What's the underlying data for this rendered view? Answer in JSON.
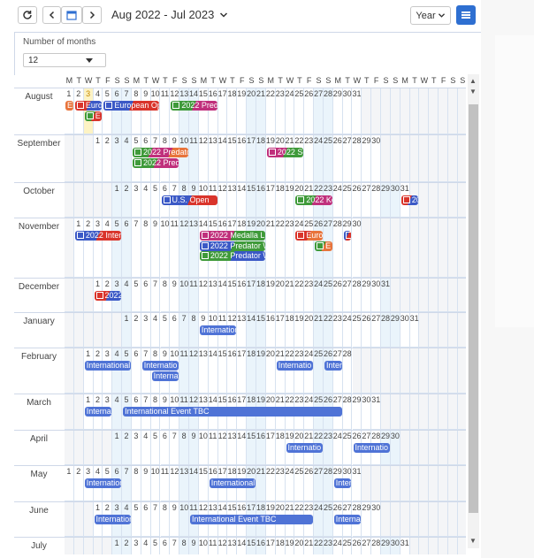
{
  "toolbar": {
    "refresh_icon": "refresh-icon",
    "prev_icon": "chevron-left-icon",
    "calendar_icon": "calendar-icon",
    "next_icon": "chevron-right-icon",
    "range": "Aug 2022 - Jul 2023",
    "view": "Year",
    "menu_icon": "menu-icon"
  },
  "options": {
    "label": "Number of months",
    "value": "12"
  },
  "weekday_header": [
    "M",
    "T",
    "W",
    "T",
    "F",
    "S",
    "S",
    "M",
    "T",
    "W",
    "T",
    "F",
    "S",
    "S",
    "M",
    "T",
    "W",
    "T",
    "F",
    "S",
    "S",
    "M",
    "T",
    "W",
    "T",
    "F",
    "S",
    "S",
    "M",
    "T",
    "W",
    "T",
    "F",
    "S",
    "S",
    "M",
    "T",
    "W",
    "T",
    "F",
    "S",
    "S",
    "M",
    "T"
  ],
  "months": [
    {
      "name": "August",
      "offset": 0,
      "days": 31,
      "height": 53,
      "events": [
        {
          "label": "EPB",
          "start": 0,
          "span": 1,
          "lane": 0,
          "colors": [
            "#e8743b"
          ],
          "box": false
        },
        {
          "label": "Euro",
          "start": 1,
          "span": 3,
          "lane": 0,
          "colors": [
            "#d9342b",
            "#3b59c6"
          ],
          "box": true
        },
        {
          "label": "E",
          "start": 2,
          "span": 2,
          "lane": 1,
          "colors": [
            "#3f9a3a",
            "#d9342b"
          ],
          "box": true
        },
        {
          "label": "European Op",
          "start": 4,
          "span": 6,
          "lane": 0,
          "colors": [
            "#3b59c6",
            "#d9342b"
          ],
          "box": true
        },
        {
          "label": "2022 Pred",
          "start": 11,
          "span": 5,
          "lane": 0,
          "colors": [
            "#3f9a3a",
            "#c0307c"
          ],
          "box": true
        }
      ]
    },
    {
      "name": "September",
      "offset": 3,
      "days": 30,
      "height": 54,
      "events": [
        {
          "label": "2022 Predato",
          "start": 4,
          "span": 6,
          "lane": 0,
          "colors": [
            "#3f9a3a",
            "#c0307c",
            "#e8743b"
          ],
          "box": true
        },
        {
          "label": "2022 Pred",
          "start": 4,
          "span": 5,
          "lane": 1,
          "colors": [
            "#3f9a3a",
            "#c0307c"
          ],
          "box": true
        },
        {
          "label": "2022 Se",
          "start": 18,
          "span": 4,
          "lane": 0,
          "colors": [
            "#c0307c",
            "#3f9a3a"
          ],
          "box": true
        }
      ]
    },
    {
      "name": "October",
      "offset": 5,
      "days": 31,
      "height": 40,
      "events": [
        {
          "label": "U.S. Open",
          "start": 5,
          "span": 6,
          "lane": 0,
          "colors": [
            "#3b59c6",
            "#d9342b"
          ],
          "box": true
        },
        {
          "label": "2022 Ko",
          "start": 19,
          "span": 4,
          "lane": 0,
          "colors": [
            "#3f9a3a",
            "#c0307c"
          ],
          "box": true
        },
        {
          "label": "20",
          "start": 30,
          "span": 2,
          "lane": 0,
          "colors": [
            "#d9342b",
            "#3b59c6"
          ],
          "box": true
        }
      ]
    },
    {
      "name": "November",
      "offset": 1,
      "days": 30,
      "height": 68,
      "events": [
        {
          "label": "2022 Inter",
          "start": 0,
          "span": 5,
          "lane": 0,
          "colors": [
            "#3b59c6",
            "#d9342b"
          ],
          "box": true
        },
        {
          "label": "2022 Medalla Li",
          "start": 13,
          "span": 7,
          "lane": 0,
          "colors": [
            "#c0307c",
            "#3f9a3a"
          ],
          "box": true
        },
        {
          "label": "2022 Predator W",
          "start": 13,
          "span": 7,
          "lane": 1,
          "colors": [
            "#3b59c6",
            "#3f9a3a"
          ],
          "box": true
        },
        {
          "label": "2022 Predator W",
          "start": 13,
          "span": 7,
          "lane": 2,
          "colors": [
            "#3f9a3a",
            "#3b59c6"
          ],
          "box": true
        },
        {
          "label": "Euro",
          "start": 23,
          "span": 3,
          "lane": 0,
          "colors": [
            "#d9342b",
            "#e8743b"
          ],
          "box": true
        },
        {
          "label": "E",
          "start": 25,
          "span": 2,
          "lane": 1,
          "colors": [
            "#3f9a3a",
            "#e8743b"
          ],
          "box": true
        },
        {
          "label": "",
          "start": 28,
          "span": 1,
          "lane": 0,
          "colors": [
            "#3b59c6",
            "#d9342b"
          ],
          "box": true
        }
      ]
    },
    {
      "name": "December",
      "offset": 3,
      "days": 31,
      "height": 39,
      "events": [
        {
          "label": "2022",
          "start": 0,
          "span": 3,
          "lane": 0,
          "colors": [
            "#d9342b",
            "#3b59c6"
          ],
          "box": true
        }
      ]
    },
    {
      "name": "January",
      "offset": 6,
      "days": 31,
      "height": 40,
      "events": [
        {
          "label": "Internation",
          "start": 8,
          "span": 4,
          "lane": 0,
          "colors": [
            "#4f73d6"
          ],
          "box": false
        }
      ]
    },
    {
      "name": "February",
      "offset": 2,
      "days": 28,
      "height": 52,
      "events": [
        {
          "label": "International",
          "start": 0,
          "span": 5,
          "lane": 0,
          "colors": [
            "#4f73d6"
          ],
          "box": false
        },
        {
          "label": "Internatio",
          "start": 6,
          "span": 4,
          "lane": 0,
          "colors": [
            "#4f73d6"
          ],
          "box": false
        },
        {
          "label": "Internati",
          "start": 7,
          "span": 3,
          "lane": 1,
          "colors": [
            "#4f73d6"
          ],
          "box": false
        },
        {
          "label": "Internatio",
          "start": 20,
          "span": 4,
          "lane": 0,
          "colors": [
            "#4f73d6"
          ],
          "box": false
        },
        {
          "label": "Inter",
          "start": 25,
          "span": 2,
          "lane": 0,
          "colors": [
            "#4f73d6"
          ],
          "box": false
        }
      ]
    },
    {
      "name": "March",
      "offset": 2,
      "days": 31,
      "height": 41,
      "events": [
        {
          "label": "Internat",
          "start": 0,
          "span": 3,
          "lane": 0,
          "colors": [
            "#4f73d6"
          ],
          "box": false
        },
        {
          "label": "International Event TBC",
          "start": 4,
          "span": 23,
          "lane": 0,
          "colors": [
            "#4f73d6"
          ],
          "box": false
        }
      ]
    },
    {
      "name": "April",
      "offset": 5,
      "days": 30,
      "height": 40,
      "events": [
        {
          "label": "Internatio",
          "start": 18,
          "span": 4,
          "lane": 0,
          "colors": [
            "#4f73d6"
          ],
          "box": false
        },
        {
          "label": "Internatio",
          "start": 25,
          "span": 4,
          "lane": 0,
          "colors": [
            "#4f73d6"
          ],
          "box": false
        }
      ]
    },
    {
      "name": "May",
      "offset": 0,
      "days": 31,
      "height": 41,
      "events": [
        {
          "label": "Internation",
          "start": 2,
          "span": 4,
          "lane": 0,
          "colors": [
            "#4f73d6"
          ],
          "box": false
        },
        {
          "label": "International",
          "start": 15,
          "span": 5,
          "lane": 0,
          "colors": [
            "#4f73d6"
          ],
          "box": false
        },
        {
          "label": "Inter",
          "start": 28,
          "span": 2,
          "lane": 0,
          "colors": [
            "#4f73d6"
          ],
          "box": false
        }
      ]
    },
    {
      "name": "June",
      "offset": 3,
      "days": 30,
      "height": 40,
      "events": [
        {
          "label": "Internation",
          "start": 0,
          "span": 4,
          "lane": 0,
          "colors": [
            "#4f73d6"
          ],
          "box": false
        },
        {
          "label": "International Event TBC",
          "start": 10,
          "span": 13,
          "lane": 0,
          "colors": [
            "#4f73d6"
          ],
          "box": false
        },
        {
          "label": "Internat",
          "start": 25,
          "span": 3,
          "lane": 0,
          "colors": [
            "#4f73d6"
          ],
          "box": false
        }
      ]
    },
    {
      "name": "July",
      "offset": 5,
      "days": 31,
      "height": 30,
      "events": []
    }
  ],
  "today": {
    "month": 0,
    "day": 3
  },
  "footer": ""
}
